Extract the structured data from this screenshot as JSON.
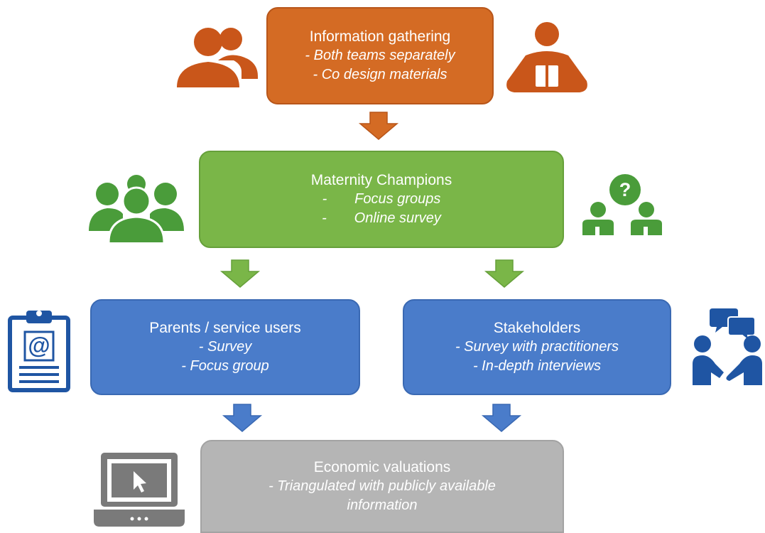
{
  "boxes": {
    "info": {
      "title": "Information gathering",
      "items": [
        "- Both teams separately",
        "- Co design materials"
      ]
    },
    "champions": {
      "title": "Maternity Champions",
      "items": [
        "-       Focus groups",
        "-       Online survey"
      ]
    },
    "parents": {
      "title": "Parents / service users",
      "items": [
        "- Survey",
        "- Focus group"
      ]
    },
    "stakeholders": {
      "title": "Stakeholders",
      "items": [
        "- Survey with practitioners",
        "- In-depth interviews"
      ]
    },
    "economic": {
      "title": "Economic valuations",
      "items": [
        "- Triangulated with publicly available",
        "information"
      ]
    }
  },
  "colors": {
    "orange": "#d46b24",
    "green": "#7ab648",
    "blue": "#4a7cca",
    "gray": "#b5b5b5",
    "icon_orange": "#c9561a",
    "icon_green": "#4a9c3a",
    "icon_blue": "#1f55a3",
    "icon_gray": "#7a7a7a"
  },
  "icons": [
    "users-icon",
    "reader-icon",
    "group-icon",
    "question-discussion-icon",
    "clipboard-email-icon",
    "conversation-handshake-icon",
    "laptop-cursor-icon"
  ]
}
